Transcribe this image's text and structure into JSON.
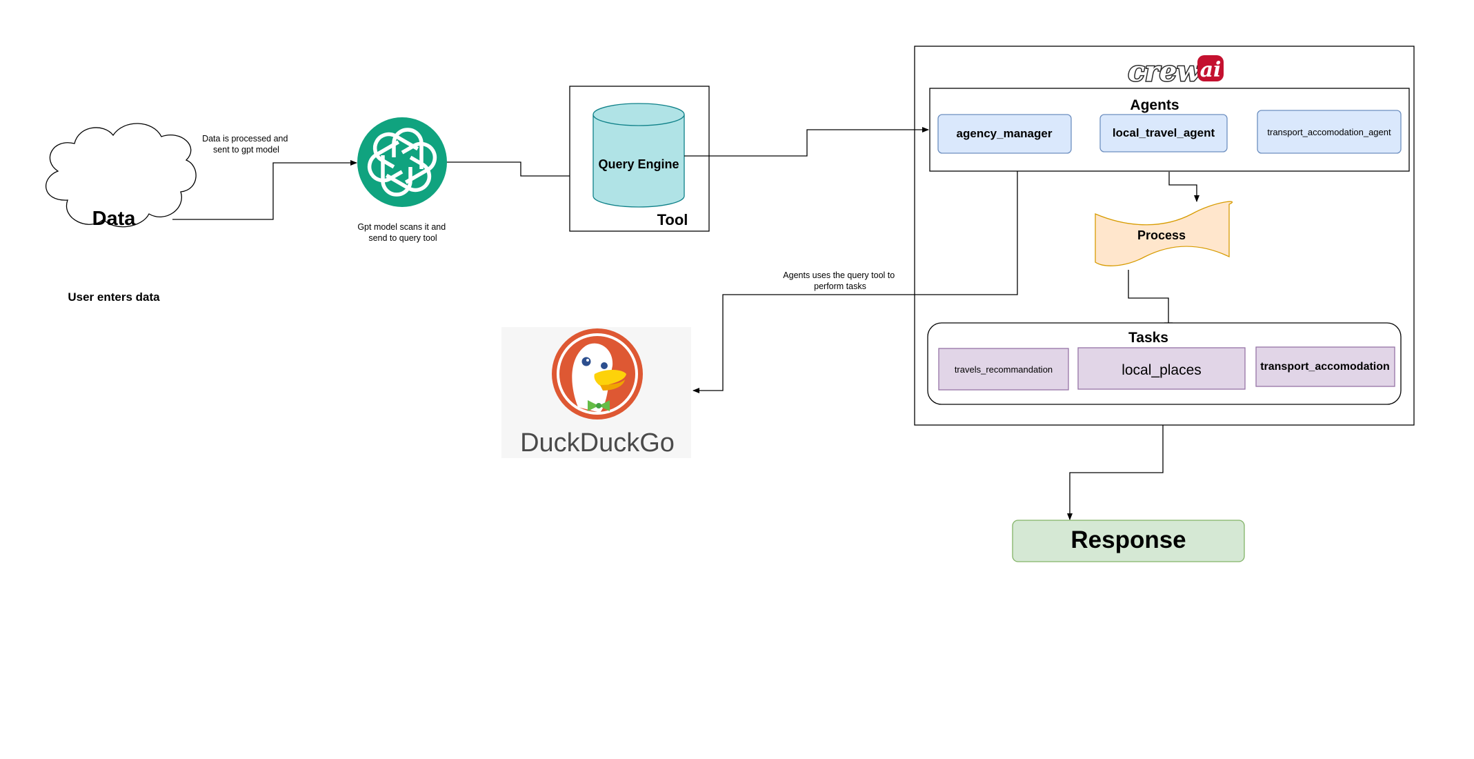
{
  "user_input": {
    "cloud_label": "Data",
    "caption": "User enters data"
  },
  "edges": {
    "data_to_gpt": [
      "Data is processed and",
      "sent to gpt model"
    ],
    "gpt_to_tool": [
      "Gpt model scans it and",
      "send to query tool"
    ],
    "agents_to_search": [
      "Agents uses the query tool to",
      "perform tasks"
    ]
  },
  "tool": {
    "title": "Tool",
    "engine_label": "Query Engine"
  },
  "search": {
    "name": "DuckDuckGo"
  },
  "crew": {
    "logo_text": "crewai",
    "agents": {
      "title": "Agents",
      "items": [
        "agency_manager",
        "local_travel_agent",
        "transport_accomodation_agent"
      ]
    },
    "process_label": "Process",
    "tasks": {
      "title": "Tasks",
      "items": [
        "travels_recommandation",
        "local_places",
        "transport_accomodation"
      ]
    }
  },
  "response_label": "Response",
  "colors": {
    "gpt_green": "#10a37f",
    "cylinder_fill": "#b0e3e6",
    "agent_fill": "#dae8fc",
    "agent_stroke": "#6c8ebf",
    "process_fill": "#ffe6cc",
    "process_stroke": "#d79b00",
    "task_fill": "#e1d5e7",
    "task_stroke": "#9673a6",
    "response_fill": "#d5e8d4",
    "response_stroke": "#82b366",
    "duck_orange": "#de5833",
    "crewai_red": "#c4112f"
  },
  "icons": [
    "cloud-shape",
    "openai-logo-icon",
    "database-cylinder-icon",
    "duckduckgo-logo-icon",
    "crewai-logo",
    "arrow-head-icon"
  ]
}
